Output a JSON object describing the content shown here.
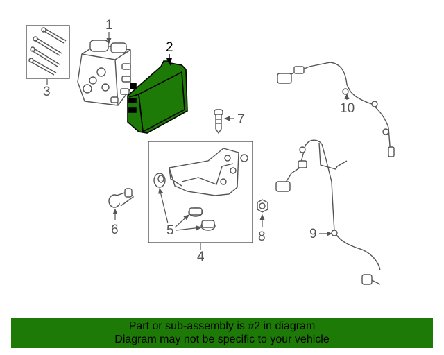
{
  "colors": {
    "highlight": "#1e7a07",
    "line_art": "#555555",
    "banner_bg": "#1e7a07"
  },
  "callouts": [
    "1",
    "2",
    "3",
    "4",
    "5",
    "6",
    "7",
    "8",
    "9",
    "10"
  ],
  "highlighted_callout": "2",
  "banner": {
    "line1": "Part or sub-assembly is #2 in diagram",
    "line2": "Diagram may not be specific to your vehicle"
  }
}
